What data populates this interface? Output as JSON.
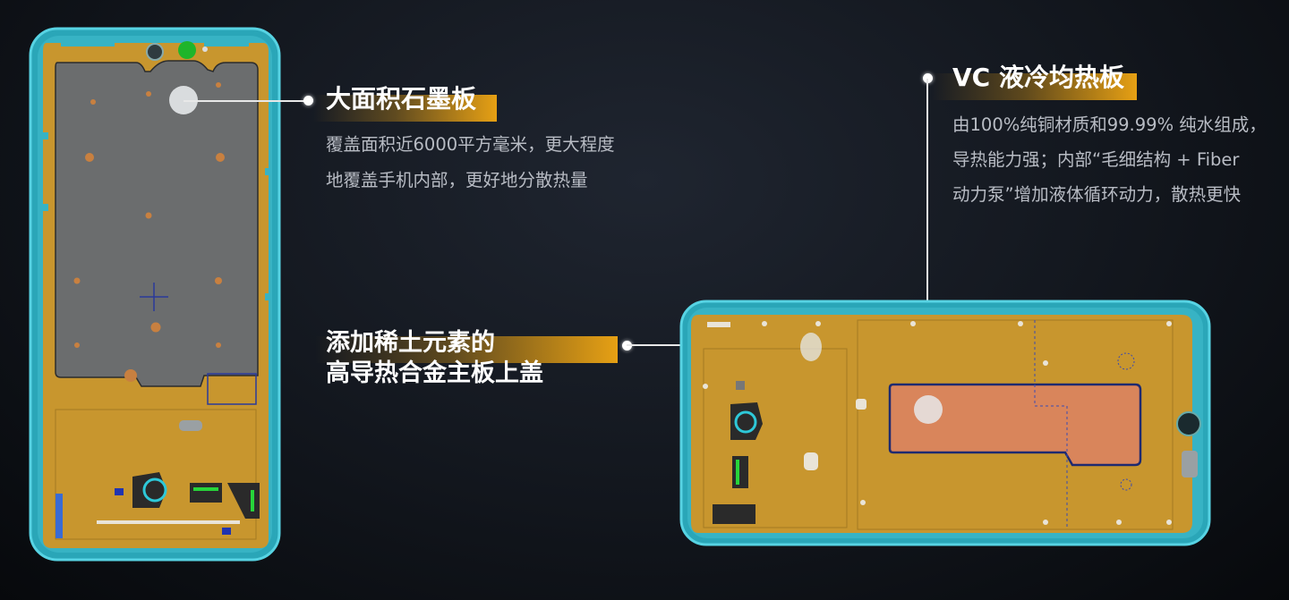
{
  "callouts": {
    "graphite": {
      "title": "大面积石墨板",
      "lines": [
        "覆盖面积近6000平方毫米，更大程度",
        "地覆盖手机内部，更好地分散热量"
      ]
    },
    "alloy": {
      "title_lines": [
        "添加稀土元素的",
        "高导热合金主板上盖"
      ]
    },
    "vc": {
      "title": "VC 液冷均热板",
      "lines": [
        "由100%纯铜材质和99.99% 纯水组成，",
        "导热能力强；内部“毛细结构 + Fiber",
        "动力泵”增加液体循环动力，散热更快"
      ]
    }
  },
  "colors": {
    "gold_accent": "#e6a014",
    "board_fill": "#c8962e",
    "frame_cyan": "#3fb6c9",
    "graphite_gray": "#6b6d6e",
    "vc_copper": "#d9855b"
  }
}
